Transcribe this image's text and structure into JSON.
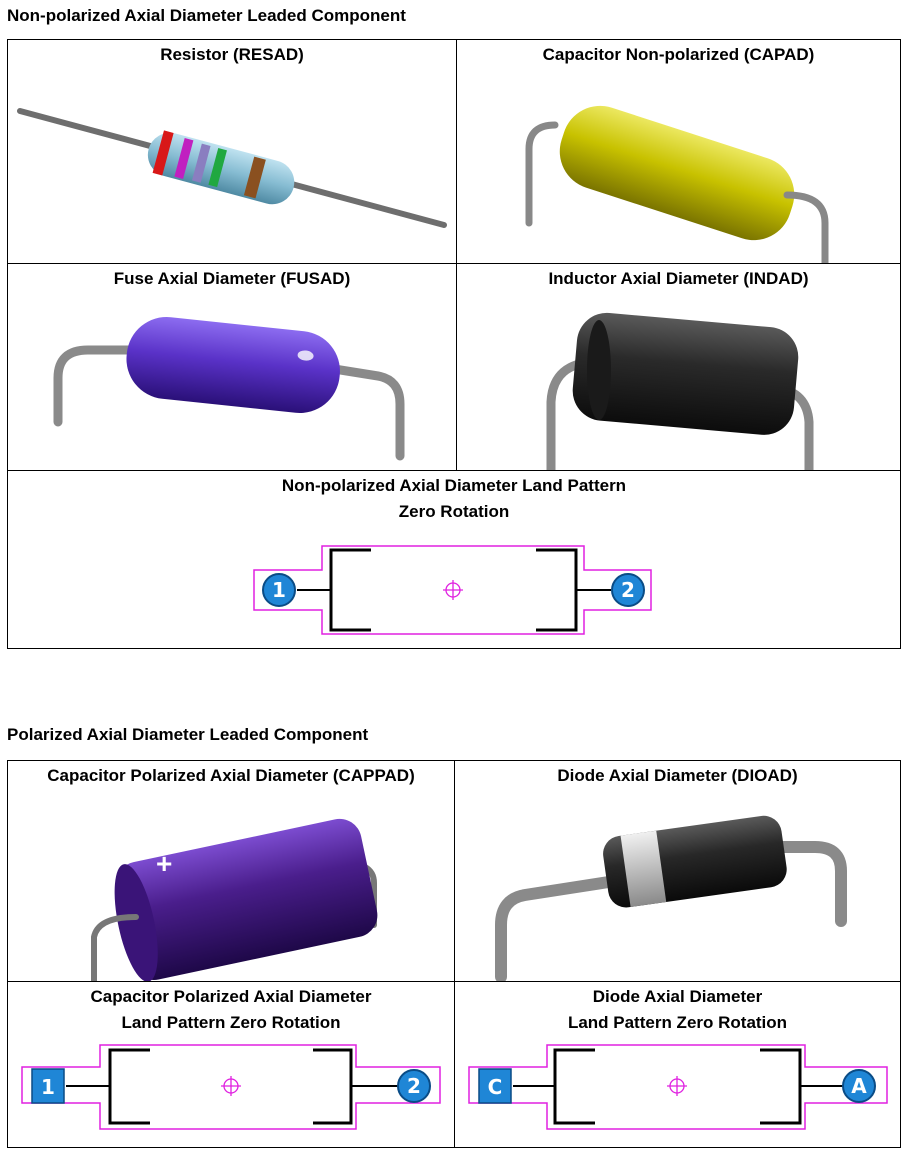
{
  "section1": {
    "title": "Non-polarized Axial Diameter Leaded Component",
    "resistor": "Resistor (RESAD)",
    "capacitor": "Capacitor Non-polarized (CAPAD)",
    "fuse": "Fuse Axial Diameter (FUSAD)",
    "inductor": "Inductor Axial Diameter (INDAD)",
    "land_pattern": [
      "Non-polarized Axial Diameter Land Pattern",
      "Zero Rotation"
    ],
    "pads": [
      "1",
      "2"
    ]
  },
  "section2": {
    "title": "Polarized Axial Diameter Leaded Component",
    "cap_polarized": "Capacitor Polarized Axial Diameter (CAPPAD)",
    "diode": "Diode Axial Diameter (DIOAD)",
    "cap_land_pattern": [
      "Capacitor Polarized Axial Diameter",
      "Land Pattern Zero Rotation"
    ],
    "diode_land_pattern": [
      "Diode Axial Diameter",
      "Land Pattern Zero Rotation"
    ],
    "cap_pads": [
      "1",
      "2"
    ],
    "diode_pads": [
      "C",
      "A"
    ],
    "polarity_mark": "+"
  },
  "colors": {
    "outline": "#e020e0",
    "pad_blue": "#1f86d6",
    "resistor_body": "#86bcd2",
    "capacitor_body": "#c8c200",
    "fuse_body": "#5a32c8",
    "inductor_body": "#2a2a2a",
    "cap_polarized_body": "#4a1e8c",
    "diode_body": "#2a2a2a",
    "lead": "#8a8a8a"
  }
}
